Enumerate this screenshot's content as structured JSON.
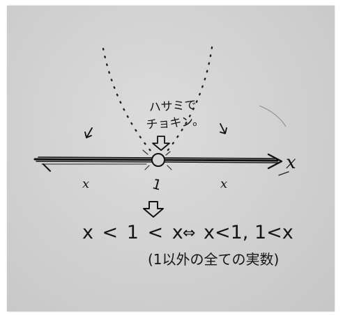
{
  "annotation": {
    "line1": "ハサミで",
    "line2": "チョキン。"
  },
  "axis": {
    "variable": "x",
    "point_label": "1",
    "left_region_label": "x",
    "right_region_label": "x"
  },
  "equation": {
    "left": "x < 1 < x",
    "equivalence_symbol": "⇔",
    "right": "x<1, 1<x",
    "note": "(1以外の全ての実数)"
  },
  "colors": {
    "paper": "#d2d2d2",
    "ink": "#151515"
  },
  "icons": [
    "down-arrow-icon",
    "hollow-arrow-icon",
    "curved-arrow-icon"
  ]
}
